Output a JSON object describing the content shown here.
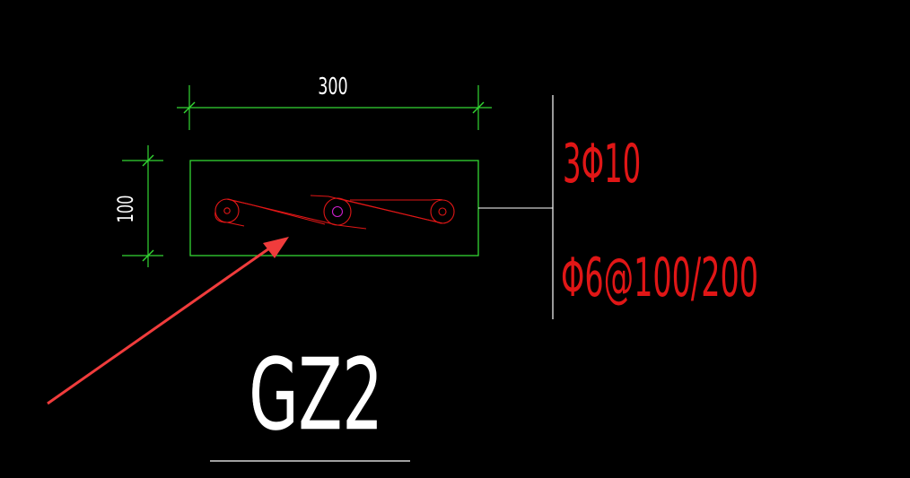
{
  "drawing": {
    "section_width_dim": "300",
    "section_height_dim": "100",
    "longitudinal_rebar": "3Φ10",
    "stirrup_rebar": "Φ6@100/200",
    "member_label": "GZ2"
  },
  "colors": {
    "background": "#000000",
    "dimension_lines": "#33d633",
    "section_outline": "#33d633",
    "rebar": "#e01616",
    "annotation_text": "#e01616",
    "leader_line": "#ffffff",
    "member_label": "#ffffff",
    "arrow": "#f03c3c",
    "center_bar": "#d01fd0"
  }
}
